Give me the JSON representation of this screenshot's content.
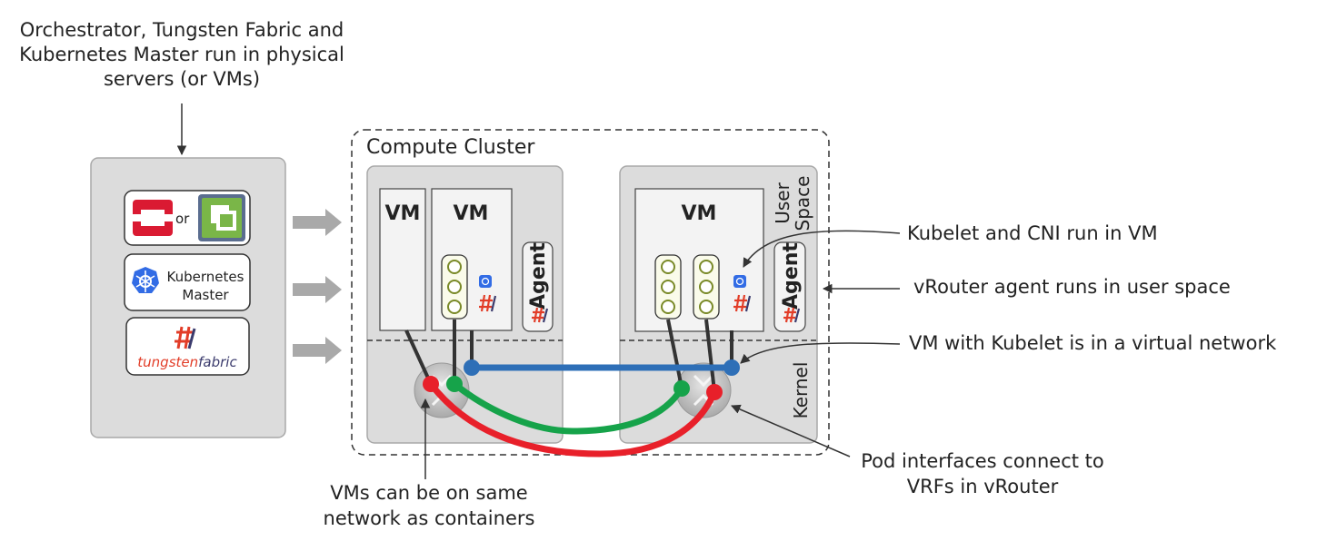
{
  "annotations": {
    "orchestrator": [
      "Orchestrator, Tungsten Fabric and",
      "Kubernetes Master run in physical",
      "servers (or VMs)"
    ],
    "kubelet_cni": "Kubelet and CNI run in VM",
    "vrouter_agent": "vRouter agent runs in user space",
    "vm_kubelet_network": "VM with Kubelet is in a virtual network",
    "pod_interfaces": [
      "Pod interfaces connect to",
      "VRFs in vRouter"
    ],
    "vms_same_network": [
      "VMs can be on same",
      "network as containers"
    ]
  },
  "control_panel": {
    "or_text": "or",
    "kubernetes_master": [
      "Kubernetes",
      "Master"
    ],
    "tungsten_wordmark_a": "tungsten",
    "tungsten_wordmark_b": "fabric"
  },
  "cluster": {
    "title": "Compute Cluster",
    "vm_label": "VM",
    "agent_label": "Agent",
    "user_space_label": [
      "User",
      "Space"
    ],
    "kernel_label": "Kernel"
  },
  "colors": {
    "red_network": "#e8202a",
    "green_network": "#16a34a",
    "blue_network": "#2e6fb7",
    "panel_gray": "#dcdcdc",
    "tf_red": "#e23d28",
    "k8s_blue": "#326ce5"
  }
}
